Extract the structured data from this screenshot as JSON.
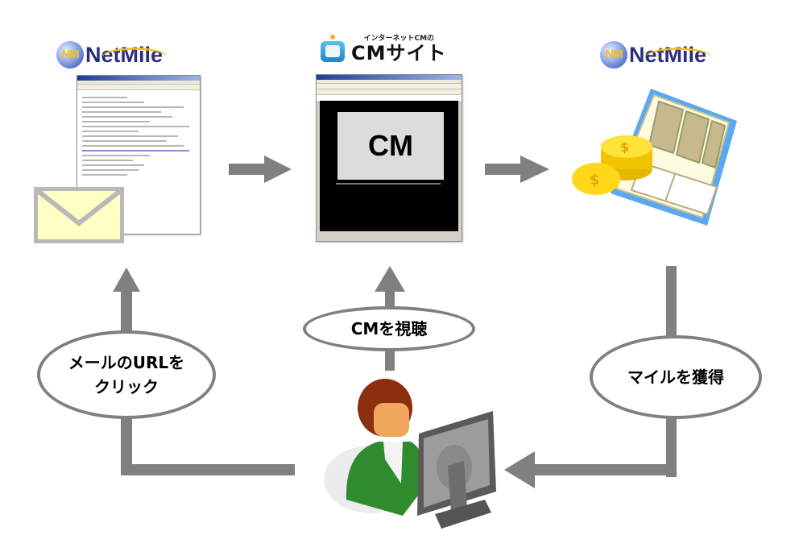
{
  "diagram": {
    "title": "NetMile CM site mile earning flow",
    "logos": {
      "left": {
        "badge": "NM",
        "name": "NetMile"
      },
      "center": {
        "subtitle": "インターネットCMの",
        "name": "CMサイト"
      },
      "right": {
        "badge": "NM",
        "name": "NetMile"
      }
    },
    "nodes": {
      "mail_screen": {
        "label": "email-window"
      },
      "cm_screen": {
        "label": "CM"
      },
      "bankbook": {
        "label": "mileage-passbook"
      }
    },
    "steps": [
      {
        "id": "click-url",
        "label_line1": "メールのURLを",
        "label_line2": "クリック"
      },
      {
        "id": "watch-cm",
        "label": "CMを視聴"
      },
      {
        "id": "earn-miles",
        "label": "マイルを獲得"
      }
    ],
    "colors": {
      "arrow": "#808080",
      "envelope_fill": "#ffffc4",
      "netmile_navy": "#2a2f7c",
      "netmile_gold": "#f3c20e",
      "person_shirt": "#2e8b2e"
    }
  }
}
